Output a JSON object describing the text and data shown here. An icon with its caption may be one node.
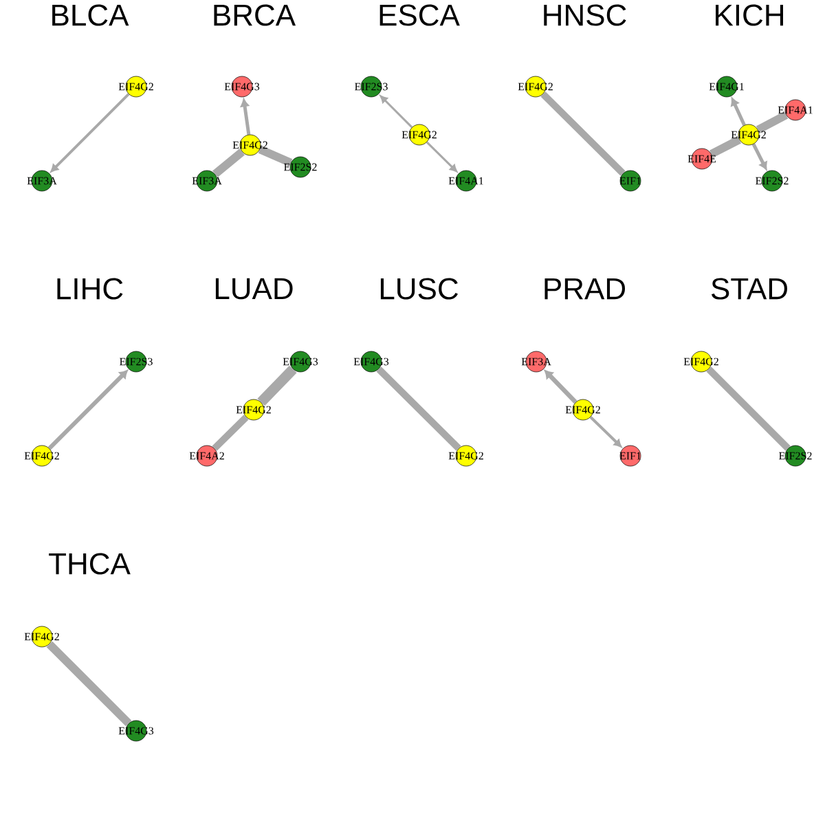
{
  "diagram": {
    "nodes": [
      {
        "text": [
          "EIF4G2"
        ]
      },
      {
        "text": [
          "EIF3A"
        ]
      },
      {
        "text": [
          "EIF4G3"
        ]
      },
      {
        "text": [
          "EIF4G2"
        ]
      },
      {
        "text": [
          "EIF2S2"
        ]
      },
      {
        "text": [
          "EIF3A"
        ]
      },
      {
        "text": [
          "EIF2S3"
        ]
      },
      {
        "text": [
          "EIF4G2"
        ]
      },
      {
        "text": [
          "EIF4A1"
        ]
      },
      {
        "text": [
          "EIF4G2"
        ]
      },
      {
        "text": [
          "EIF1"
        ]
      },
      {
        "text": [
          "EIF4G1"
        ]
      },
      {
        "text": [
          "EIF4A1"
        ]
      },
      {
        "text": [
          "EIF4G2"
        ]
      },
      {
        "text": [
          "EIF4E"
        ]
      },
      {
        "text": [
          "EIF2S2"
        ]
      },
      {
        "text": [
          "EIF2S3"
        ]
      },
      {
        "text": [
          "EIF4G2"
        ]
      },
      {
        "text": [
          "EIF4G3"
        ]
      },
      {
        "text": [
          "EIF4G2"
        ]
      },
      {
        "text": [
          "EIF4A2"
        ]
      },
      {
        "text": [
          "EIF4G3"
        ]
      },
      {
        "text": [
          "EIF4G2"
        ]
      },
      {
        "text": [
          "EIF3A"
        ]
      },
      {
        "text": [
          "EIF4G2"
        ]
      },
      {
        "text": [
          "EIF1"
        ]
      },
      {
        "text": [
          "EIF4G2"
        ]
      },
      {
        "text": [
          "EIF2S2"
        ]
      },
      {
        "text": [
          "EIF4G2"
        ]
      },
      {
        "text": [
          "EIF4G3"
        ]
      }
    ],
    "edges": [
      {
        "from": 0,
        "to": 1,
        "arrow": "to"
      },
      {
        "from": 3,
        "to": 2,
        "arrow": "to"
      },
      {
        "from": 3,
        "to": 4,
        "arrow": "none"
      },
      {
        "from": 3,
        "to": 5,
        "arrow": "none"
      },
      {
        "from": 7,
        "to": 6,
        "arrow": "to"
      },
      {
        "from": 7,
        "to": 8,
        "arrow": "to"
      },
      {
        "from": 9,
        "to": 10,
        "arrow": "none"
      },
      {
        "from": 13,
        "to": 11,
        "arrow": "to"
      },
      {
        "from": 13,
        "to": 12,
        "arrow": "none"
      },
      {
        "from": 13,
        "to": 14,
        "arrow": "none"
      },
      {
        "from": 13,
        "to": 15,
        "arrow": "to"
      },
      {
        "from": 17,
        "to": 16,
        "arrow": "to"
      },
      {
        "from": 19,
        "to": 18,
        "arrow": "none"
      },
      {
        "from": 19,
        "to": 20,
        "arrow": "none"
      },
      {
        "from": 21,
        "to": 22,
        "arrow": "none"
      },
      {
        "from": 24,
        "to": 23,
        "arrow": "to"
      },
      {
        "from": 24,
        "to": 25,
        "arrow": "to"
      },
      {
        "from": 26,
        "to": 27,
        "arrow": "none"
      },
      {
        "from": 28,
        "to": 29,
        "arrow": "none"
      }
    ],
    "labels": [
      "BLCA",
      "BRCA",
      "ESCA",
      "HNSC",
      "KICH",
      "LIHC",
      "LUAD",
      "LUSC",
      "PRAD",
      "STAD",
      "THCA"
    ]
  }
}
